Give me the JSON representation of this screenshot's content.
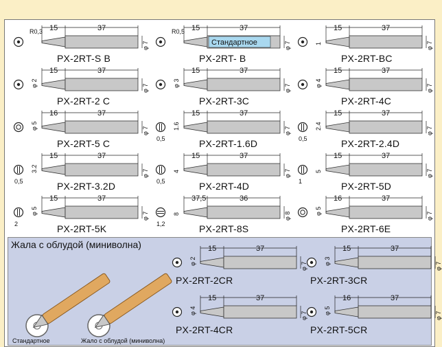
{
  "tips": [
    {
      "name": "PX-2RT-S B",
      "d1": "15",
      "d2": "37",
      "r": "R0,3",
      "d": "φ 7",
      "sym": "dot"
    },
    {
      "name": "PX-2RT- B",
      "d1": "15",
      "d2": "37",
      "r": "R0,5",
      "d": "φ 7",
      "sym": "dot",
      "tag": "Стандартное"
    },
    {
      "name": "PX-2RT-BC",
      "d1": "15",
      "d2": "37",
      "side": "1",
      "d": "φ 7",
      "sym": "dot"
    },
    {
      "name": "PX-2RT-2 C",
      "d1": "15",
      "d2": "37",
      "side": "φ 2",
      "d": "φ 7",
      "sym": "dot"
    },
    {
      "name": "PX-2RT-3C",
      "d1": "15",
      "d2": "37",
      "side": "φ 3",
      "d": "φ 7",
      "sym": "dot"
    },
    {
      "name": "PX-2RT-4C",
      "d1": "15",
      "d2": "37",
      "side": "φ 4",
      "d": "φ 7",
      "sym": "dot"
    },
    {
      "name": "PX-2RT-5 C",
      "d1": "16",
      "d2": "37",
      "side": "φ 5",
      "d": "φ 7",
      "sym": "ring"
    },
    {
      "name": "PX-2RT-1.6D",
      "d1": "15",
      "d2": "37",
      "side": "1.6",
      "d": "φ 7",
      "sym": "flat",
      "sub": "0,5"
    },
    {
      "name": "PX-2RT-2.4D",
      "d1": "15",
      "d2": "37",
      "side": "2.4",
      "d": "φ 7",
      "sym": "flat",
      "sub": "0,5"
    },
    {
      "name": "PX-2RT-3.2D",
      "d1": "15",
      "d2": "37",
      "side": "3.2",
      "d": "φ 7",
      "sym": "flat",
      "sub": "0,5"
    },
    {
      "name": "PX-2RT-4D",
      "d1": "15",
      "d2": "37",
      "side": "4",
      "d": "φ 7",
      "sym": "flat",
      "sub": "0,5"
    },
    {
      "name": "PX-2RT-5D",
      "d1": "15",
      "d2": "37",
      "side": "5",
      "d": "φ 7",
      "sym": "flat",
      "sub": "1"
    },
    {
      "name": "PX-2RT-5K",
      "d1": "15",
      "d2": "37",
      "side": "φ 5",
      "d": "φ 7",
      "sym": "flat",
      "sub": "2"
    },
    {
      "name": "PX-2RT-8S",
      "d1": "37,5",
      "d2": "36",
      "side": "8",
      "d": "φ 8",
      "sym": "slot",
      "sub": "1,2"
    },
    {
      "name": "PX-2RT-6E",
      "d1": "16",
      "d2": "37",
      "side": "φ 5",
      "d": "φ 7",
      "sym": "ring"
    }
  ],
  "mini": {
    "title": "Жала с облудой (миниволна)",
    "cap1": "Стандартное",
    "cap2": "Жало с облудой (миниволна)",
    "items": [
      {
        "name": "PX-2RT-2CR",
        "d1": "15",
        "d2": "37",
        "side": "φ 2",
        "d": "φ 7"
      },
      {
        "name": "PX-2RT-3CR",
        "d1": "15",
        "d2": "37",
        "side": "φ 3",
        "d": "φ 7"
      },
      {
        "name": "PX-2RT-4CR",
        "d1": "15",
        "d2": "37",
        "side": "φ 4",
        "d": "φ 7"
      },
      {
        "name": "PX-2RT-5CR",
        "d1": "16",
        "d2": "37",
        "side": "φ 5",
        "d": "φ 7"
      }
    ]
  },
  "colors": {
    "tip": "#c8c8c8",
    "tag": "#a9d8ef",
    "panel": "#c9d0e6",
    "copper": "#e0a860"
  }
}
